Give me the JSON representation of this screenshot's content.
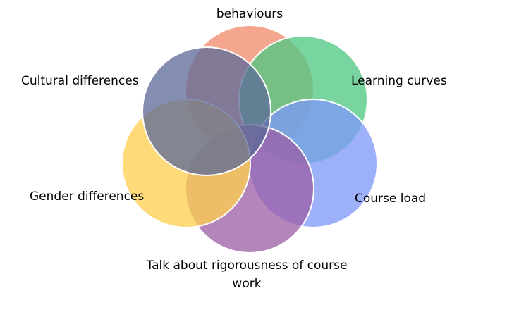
{
  "diagram": {
    "type": "venn",
    "sets": [
      {
        "key": "behaviours",
        "label": "behaviours",
        "color": "#F08A6C"
      },
      {
        "key": "learning",
        "label": "Learning curves",
        "color": "#4FC882"
      },
      {
        "key": "course_load",
        "label": "Course load",
        "color": "#7E98FA"
      },
      {
        "key": "rigour",
        "label": "Talk about rigorousness of course work",
        "color": "#9B5FA5"
      },
      {
        "key": "gender",
        "label": "Gender differences",
        "color": "#FFCE4D"
      },
      {
        "key": "cultural",
        "label": "Cultural differences",
        "color": "#5C6B97"
      }
    ],
    "outline_color": "#FFFFFF"
  }
}
